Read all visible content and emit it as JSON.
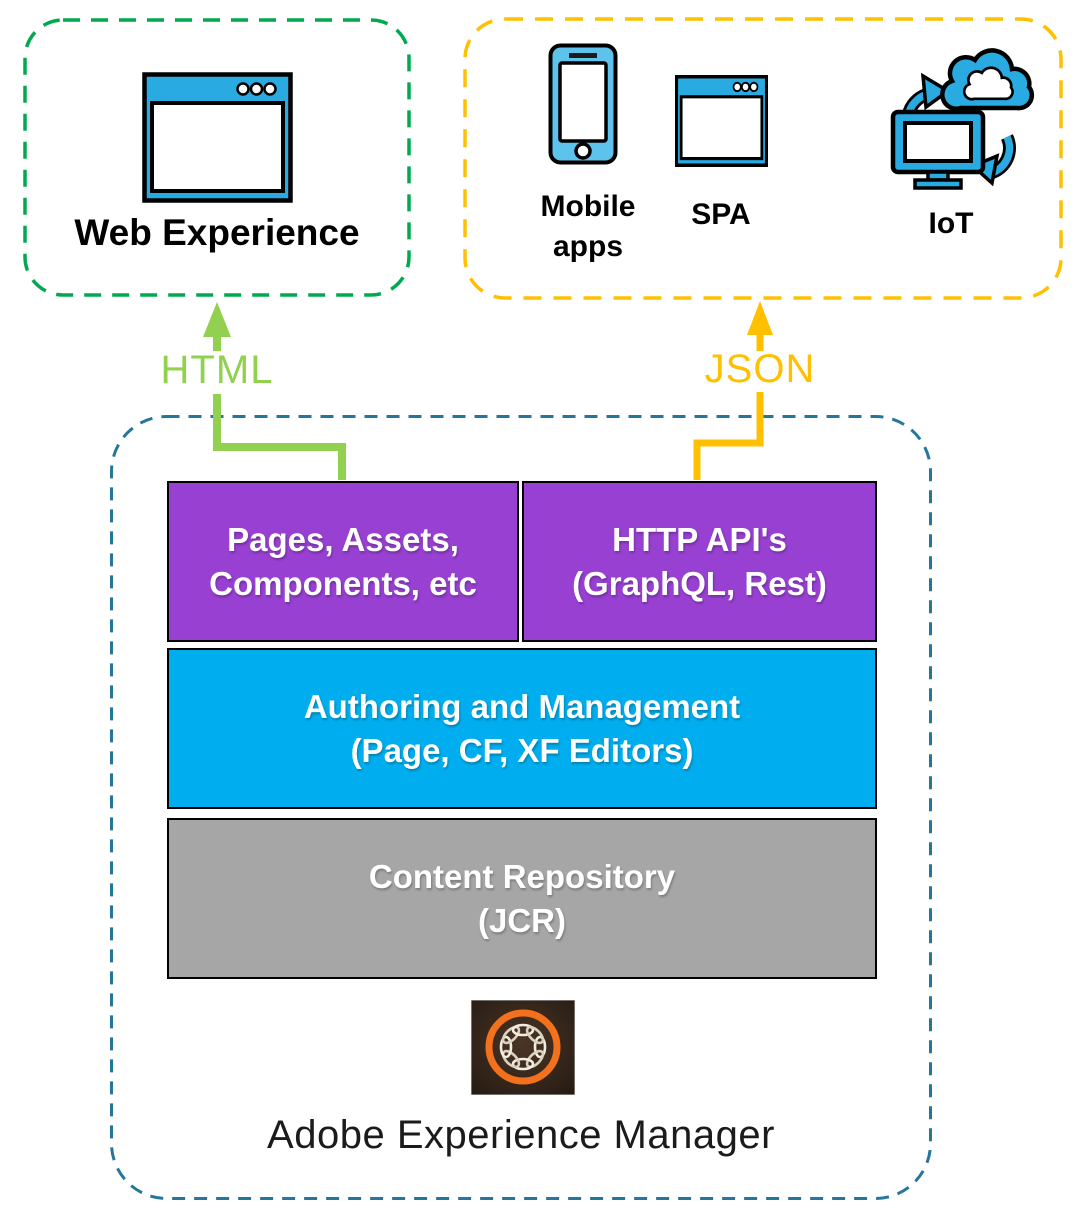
{
  "clients": {
    "web": {
      "label": "Web Experience",
      "icon": "browser-icon"
    },
    "mobile": {
      "label_line1": "Mobile",
      "label_line2": "apps",
      "icon": "mobile-phone-icon"
    },
    "spa": {
      "label": "SPA",
      "icon": "browser-icon"
    },
    "iot": {
      "label": "IoT",
      "icon": "iot-cloud-sync-icon"
    }
  },
  "connectors": {
    "html": {
      "label": "HTML",
      "color": "#92D050"
    },
    "json": {
      "label": "JSON",
      "color": "#FFC000"
    }
  },
  "aem": {
    "pages_box": {
      "line1": "Pages, Assets,",
      "line2": "Components, etc",
      "fill": "#9840D2"
    },
    "api_box": {
      "line1": "HTTP API's",
      "line2": "(GraphQL, Rest)",
      "fill": "#9840D2"
    },
    "authoring_box": {
      "line1": "Authoring and Management",
      "line2": "(Page, CF, XF Editors)",
      "fill": "#00AEEF"
    },
    "repository_box": {
      "line1": "Content Repository",
      "line2": "(JCR)",
      "fill": "#A6A6A6"
    },
    "logo": "adobe-experience-manager-logo",
    "caption": "Adobe Experience Manager"
  },
  "colors": {
    "web_group_border": "#00A94F",
    "channels_group_border": "#FFC000",
    "aem_group_border": "#26769B",
    "icon_blue": "#29ABE2",
    "phone_blue": "#5EC3EC",
    "logo_orange": "#F3701D",
    "logo_background": "#33261C"
  }
}
